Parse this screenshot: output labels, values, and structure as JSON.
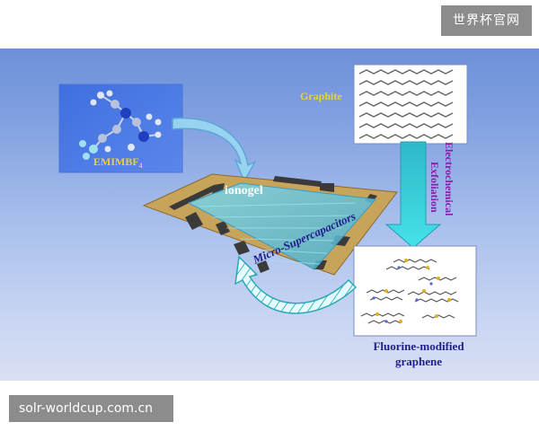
{
  "watermarks": {
    "top": "世界杯官网",
    "bottom": "solr-worldcup.com.cn"
  },
  "diagram": {
    "ionic_liquid_label": "EMIMBF",
    "ionic_liquid_subscript": "4",
    "graphite_label": "Graphite",
    "process_label_line1": "Electrochemical",
    "process_label_line2": "Exfoliation",
    "ionogel_label": "ionogel",
    "device_label": "Micro-Supercapacitors",
    "product_label_line1": "Fluorine-modified",
    "product_label_line2": "graphene"
  },
  "colors": {
    "label_yellow": "#e8d23a",
    "label_purple": "#8a1aa8",
    "label_navy": "#1f1f8a",
    "arrow_cyan": "#3ad6e0",
    "substrate": "#c8a35a"
  }
}
